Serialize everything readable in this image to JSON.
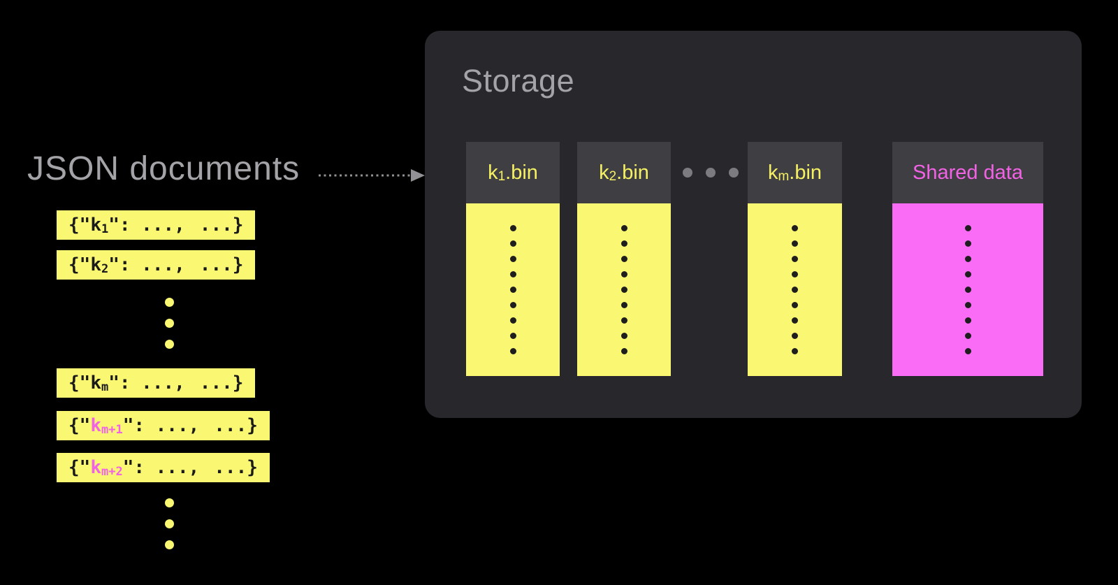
{
  "left": {
    "title": "JSON documents",
    "rows": [
      {
        "pre": "{\"",
        "key": "k",
        "sub": "1",
        "post": "\": ...,",
        "tail": "...}",
        "highlight": false
      },
      {
        "pre": "{\"",
        "key": "k",
        "sub": "2",
        "post": "\": ...,",
        "tail": "...}",
        "highlight": false
      },
      {
        "pre": "{\"",
        "key": "k",
        "sub": "m",
        "post": "\": ...,",
        "tail": "...}",
        "highlight": false
      },
      {
        "pre": "{\"",
        "key": "k",
        "sub": "m+1",
        "post": "\": ...,",
        "tail": "...}",
        "highlight": true
      },
      {
        "pre": "{\"",
        "key": "k",
        "sub": "m+2",
        "post": "\": ...,",
        "tail": "...}",
        "highlight": true
      }
    ]
  },
  "storage": {
    "title": "Storage",
    "columns": [
      {
        "base": "k",
        "sub": "1",
        "rest": ".bin",
        "type": "bin"
      },
      {
        "base": "k",
        "sub": "2",
        "rest": ".bin",
        "type": "bin"
      },
      {
        "base": "k",
        "sub": "m",
        "rest": ".bin",
        "type": "bin"
      },
      {
        "label": "Shared data",
        "type": "shared"
      }
    ]
  },
  "colors": {
    "background": "#000000",
    "storage_panel": "#28282c",
    "column_header": "#3f3f43",
    "yellow": "#faf873",
    "yellow_text": "#f6f163",
    "magenta_fill": "#fa6cf6",
    "magenta_text": "#f262e4",
    "gray_text": "#a4a4a8"
  }
}
